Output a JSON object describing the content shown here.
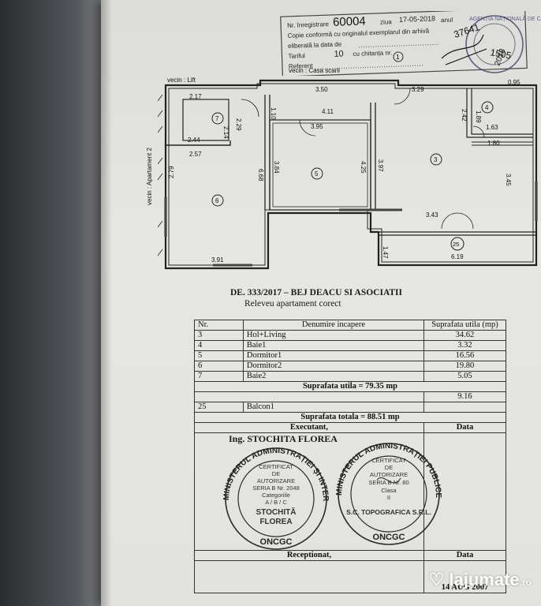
{
  "header_form": {
    "line1_label": "Nr. înregistrare",
    "line1_number": "60004",
    "line1_mid": "ziua",
    "line1_date": "17-05-2018",
    "line1_end": "anul",
    "line2": "Copie conformă cu originalul exemplarul din arhivă",
    "line3_label": "eliberată la data de",
    "line4_label": "Tariful",
    "line4_value": "10",
    "line4_end": "cu chitanța nr.",
    "line5": "Referent",
    "stamp_top": "AGENȚIA NAȚIONALĂ DE CADASTRU",
    "handwritten_1": "37641",
    "handwritten_2": "1505",
    "handwritten_3": "2018",
    "circle_mark": "1"
  },
  "plan": {
    "vecin_lift": "vecin : Lift",
    "vecin_casa": "vecin : Casa scarii",
    "vecin_ap2": "vecin : Apartament 2",
    "dims": {
      "d350": "3.50",
      "d329": "3.29",
      "d095": "0.95",
      "d217": "2.17",
      "d214": "2.14",
      "d229": "2.29",
      "d110": "1.10",
      "d411": "4.11",
      "d395": "3.95",
      "d242": "2.42",
      "d189": "1.89",
      "d163": "1.63",
      "d244": "2.44",
      "d257": "2.57",
      "d180": "1.80",
      "d279": "2.79",
      "d668": "6.68",
      "d384": "3.84",
      "d425": "4.25",
      "d397": "3.97",
      "d345": "3.45",
      "d343": "3.43",
      "d147": "1.47",
      "d619": "6.19",
      "d391": "3.91"
    },
    "rooms": {
      "r3": "3",
      "r4": "4",
      "r5": "5",
      "r6": "6",
      "r7": "7",
      "r25": "25"
    }
  },
  "caption": {
    "title": "DE. 333/2017 – BEJ DEACU SI ASOCIATII",
    "subtitle": "Releveu apartament corect"
  },
  "table": {
    "col_nr": "Nr.",
    "col_name": "Denumire incapere",
    "col_area": "Suprafata utila (mp)",
    "rows": [
      {
        "nr": "3",
        "name": "Hol+Living",
        "area": "34.62"
      },
      {
        "nr": "4",
        "name": "Baie1",
        "area": "3.32"
      },
      {
        "nr": "5",
        "name": "Dormitor1",
        "area": "16.56"
      },
      {
        "nr": "6",
        "name": "Dormitor2",
        "area": "19.80"
      },
      {
        "nr": "7",
        "name": "Baie2",
        "area": "5.05"
      }
    ],
    "total_util": "Suprafata utila = 79.35 mp",
    "balcon_value": "9.16",
    "balcon_nr": "25",
    "balcon_name": "Balcon1",
    "total": "Suprafata totala = 88.51 mp",
    "executant": "Executant,",
    "data": "Data",
    "exec_name": "Ing. STOCHITA FLOREA",
    "receptionat": "Receptionat,",
    "data2": "Data",
    "bottom_date": "14 AUG 2007"
  },
  "stamp_left": {
    "ring": "MINISTERUL ADMINISTRAȚIEI ȘI INTERNELOR",
    "bottom": "ONCGC",
    "l1": "CERTIFICAT",
    "l2": "DE",
    "l3": "AUTORIZARE",
    "l4": "SERIA B Nr. 2048",
    "l5": "Categoriile",
    "l6": "A / B / C",
    "l7": "STOCHITĂ",
    "l8": "FLOREA"
  },
  "stamp_right": {
    "ring": "MINISTERUL ADMINISTRAȚIEI PUBLICE",
    "bottom": "ONCGC",
    "l1": "CERTIFICAT",
    "l2": "DE",
    "l3": "AUTORIZARE",
    "l4": "SERIA B Nr. 80",
    "l5": "Clasa",
    "l6": "II",
    "l7": "S.C. TOPOGRAFICA S.R.L."
  },
  "watermark": {
    "brand": "lajumate",
    "tld": ".ro"
  }
}
